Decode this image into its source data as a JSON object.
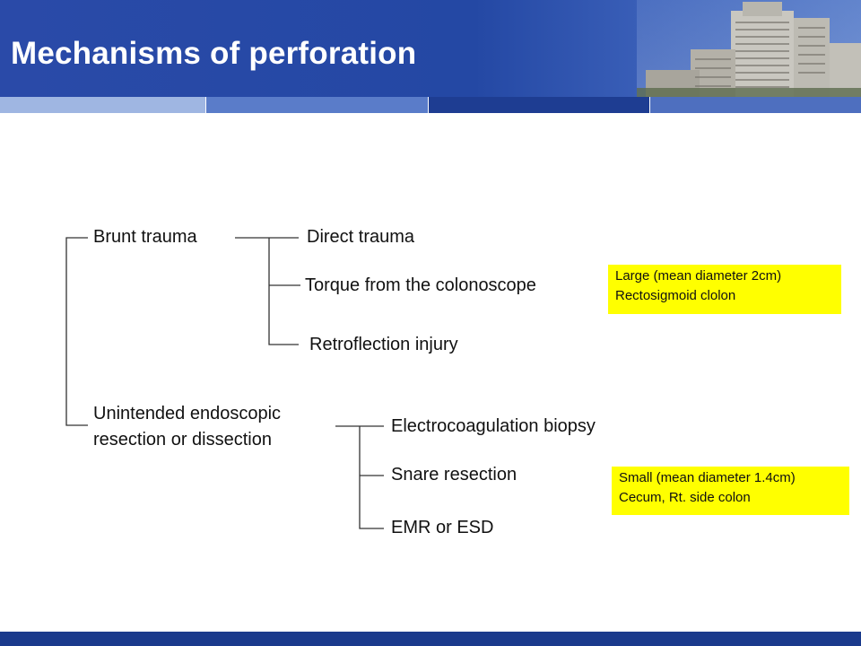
{
  "slide": {
    "title": "Mechanisms of perforation"
  },
  "tree": {
    "branch1": {
      "label": "Brunt trauma",
      "children": [
        "Direct trauma",
        "Torque from the colonoscope",
        "Retroflection injury"
      ]
    },
    "branch2": {
      "label_line1": "Unintended endoscopic",
      "label_line2": "resection or dissection",
      "children": [
        "Electrocoagulation biopsy",
        "Snare resection",
        "EMR or ESD"
      ]
    }
  },
  "notes": {
    "large": {
      "line1": "Large (mean diameter  2cm)",
      "line2": "Rectosigmoid clolon"
    },
    "small": {
      "line1": "Small (mean diameter 1.4cm)",
      "line2": "Cecum, Rt. side colon"
    }
  },
  "colors": {
    "header": "#2448a4",
    "highlight": "#ffff00",
    "footer": "#1a3a8c"
  }
}
